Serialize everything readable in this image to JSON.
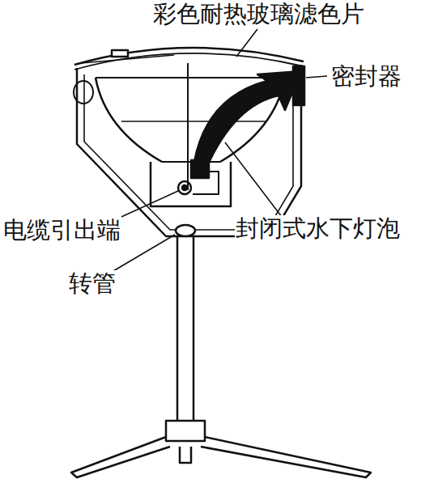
{
  "diagram": {
    "labels": [
      "彩色耐热玻璃滤色片",
      "密封器",
      "封闭式水下灯泡",
      "电缆引出端",
      "转管"
    ]
  }
}
